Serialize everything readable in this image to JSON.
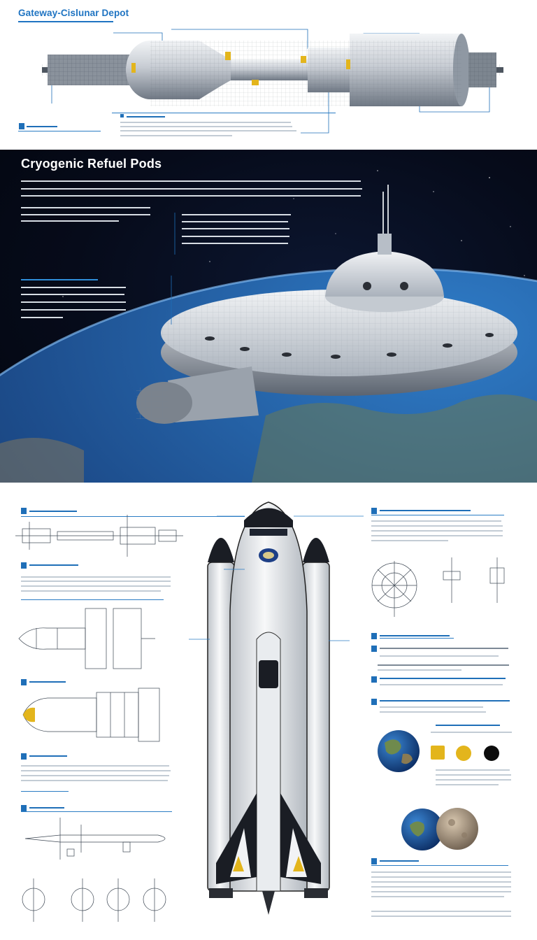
{
  "header": {
    "title": "Gateway-Cislunar Depot"
  },
  "space_panel": {
    "title": "Cryogenic Refuel Pods"
  },
  "colors": {
    "accent_blue": "#1f74c2",
    "space_bg": "#060b1a",
    "gold": "#e3b51c",
    "hull_grey": "#c9cfd6",
    "dark_hull": "#1a1d24"
  },
  "swatches": [
    {
      "shape": "square",
      "color": "#e3b51c"
    },
    {
      "shape": "circle",
      "color": "#e3b51c"
    },
    {
      "shape": "circle",
      "color": "#0c0c0c"
    }
  ],
  "icons": [
    "depot-station-illustration",
    "orbital-saucer-illustration",
    "earth-globe-illustration",
    "shuttle-orbiter-illustration",
    "moon-illustration"
  ]
}
